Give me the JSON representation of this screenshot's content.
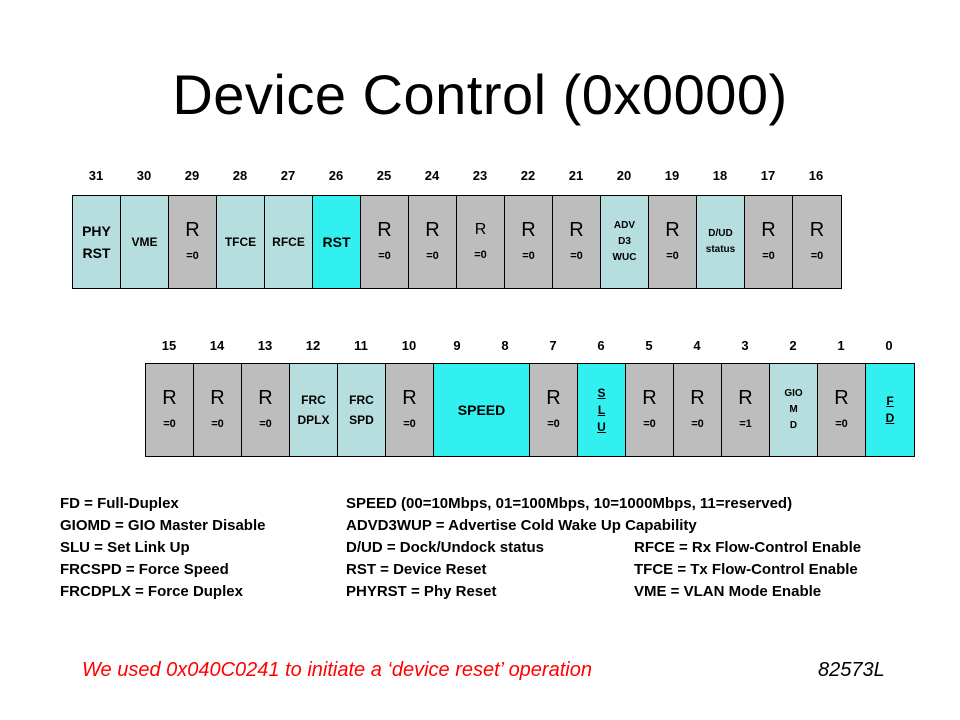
{
  "title": "Device Control (0x0000)",
  "colors": {
    "reserved": "#bdbdbd",
    "field": "#b7dede",
    "highlight": "#33f0f0",
    "footnote": "#ff0000"
  },
  "upper_register": {
    "bit_numbers": [
      "31",
      "30",
      "29",
      "28",
      "27",
      "26",
      "25",
      "24",
      "23",
      "22",
      "21",
      "20",
      "19",
      "18",
      "17",
      "16"
    ],
    "cells": [
      {
        "label": "PHY\nRST",
        "kind": "field",
        "style": "lg"
      },
      {
        "label": "VME",
        "kind": "field",
        "style": "md"
      },
      {
        "r": "R",
        "value": "=0",
        "kind": "reserved",
        "style": "big"
      },
      {
        "label": "TFCE",
        "kind": "field",
        "style": "md"
      },
      {
        "label": "RFCE",
        "kind": "field",
        "style": "md"
      },
      {
        "label": "RST",
        "kind": "highlight",
        "style": "lg"
      },
      {
        "r": "R",
        "value": "=0",
        "kind": "reserved",
        "style": "big"
      },
      {
        "r": "R",
        "value": "=0",
        "kind": "reserved",
        "style": "big"
      },
      {
        "r": "R",
        "value": "=0",
        "kind": "reserved",
        "style": "small"
      },
      {
        "r": "R",
        "value": "=0",
        "kind": "reserved",
        "style": "big"
      },
      {
        "r": "R",
        "value": "=0",
        "kind": "reserved",
        "style": "big"
      },
      {
        "label": "ADV\nD3\nWUC",
        "kind": "field",
        "style": "xs"
      },
      {
        "r": "R",
        "value": "=0",
        "kind": "reserved",
        "style": "big"
      },
      {
        "label": "D/UD\nstatus",
        "kind": "field",
        "style": "xs"
      },
      {
        "r": "R",
        "value": "=0",
        "kind": "reserved",
        "style": "big"
      },
      {
        "r": "R",
        "value": "=0",
        "kind": "reserved",
        "style": "big"
      }
    ]
  },
  "lower_register": {
    "bit_numbers": [
      "15",
      "14",
      "13",
      "12",
      "11",
      "10",
      "9",
      "8",
      "7",
      "6",
      "5",
      "4",
      "3",
      "2",
      "1",
      "0"
    ],
    "cells": [
      {
        "r": "R",
        "value": "=0",
        "kind": "reserved",
        "style": "big",
        "span": 1
      },
      {
        "r": "R",
        "value": "=0",
        "kind": "reserved",
        "style": "big",
        "span": 1
      },
      {
        "r": "R",
        "value": "=0",
        "kind": "reserved",
        "style": "big",
        "span": 1
      },
      {
        "label": "FRC\nDPLX",
        "kind": "field",
        "style": "md",
        "span": 1
      },
      {
        "label": "FRC\nSPD",
        "kind": "field",
        "style": "md",
        "span": 1
      },
      {
        "r": "R",
        "value": "=0",
        "kind": "reserved",
        "style": "big",
        "span": 1
      },
      {
        "label": "SPEED",
        "kind": "highlight",
        "style": "lg",
        "span": 2
      },
      {
        "r": "R",
        "value": "=0",
        "kind": "reserved",
        "style": "big",
        "span": 1
      },
      {
        "label": "S\nL\nU",
        "kind": "highlight",
        "style": "u",
        "span": 1
      },
      {
        "r": "R",
        "value": "=0",
        "kind": "reserved",
        "style": "big",
        "span": 1
      },
      {
        "r": "R",
        "value": "=0",
        "kind": "reserved",
        "style": "big",
        "span": 1
      },
      {
        "r": "R",
        "value": "=1",
        "kind": "reserved",
        "style": "big",
        "span": 1
      },
      {
        "label": "GIO\nM\nD",
        "kind": "field",
        "style": "xs",
        "span": 1
      },
      {
        "r": "R",
        "value": "=0",
        "kind": "reserved",
        "style": "big",
        "span": 1
      },
      {
        "label": "F\nD",
        "kind": "highlight",
        "style": "u",
        "span": 1
      }
    ]
  },
  "legend": {
    "col1": [
      "FD = Full-Duplex",
      "GIOMD = GIO Master Disable",
      "SLU = Set Link Up",
      "FRCSPD = Force Speed",
      "FRCDPLX = Force Duplex"
    ],
    "col2": [
      "SPEED (00=10Mbps, 01=100Mbps, 10=1000Mbps, 11=reserved)",
      "ADVD3WUP = Advertise Cold Wake Up Capability",
      "D/UD = Dock/Undock status",
      "RST = Device Reset",
      "PHYRST = Phy Reset"
    ],
    "col3": [
      "RFCE = Rx Flow-Control Enable",
      "TFCE = Tx Flow-Control Enable",
      "VME = VLAN Mode Enable"
    ]
  },
  "footnote": "We used 0x040C0241 to initiate a ‘device reset’ operation",
  "chip": "82573L"
}
